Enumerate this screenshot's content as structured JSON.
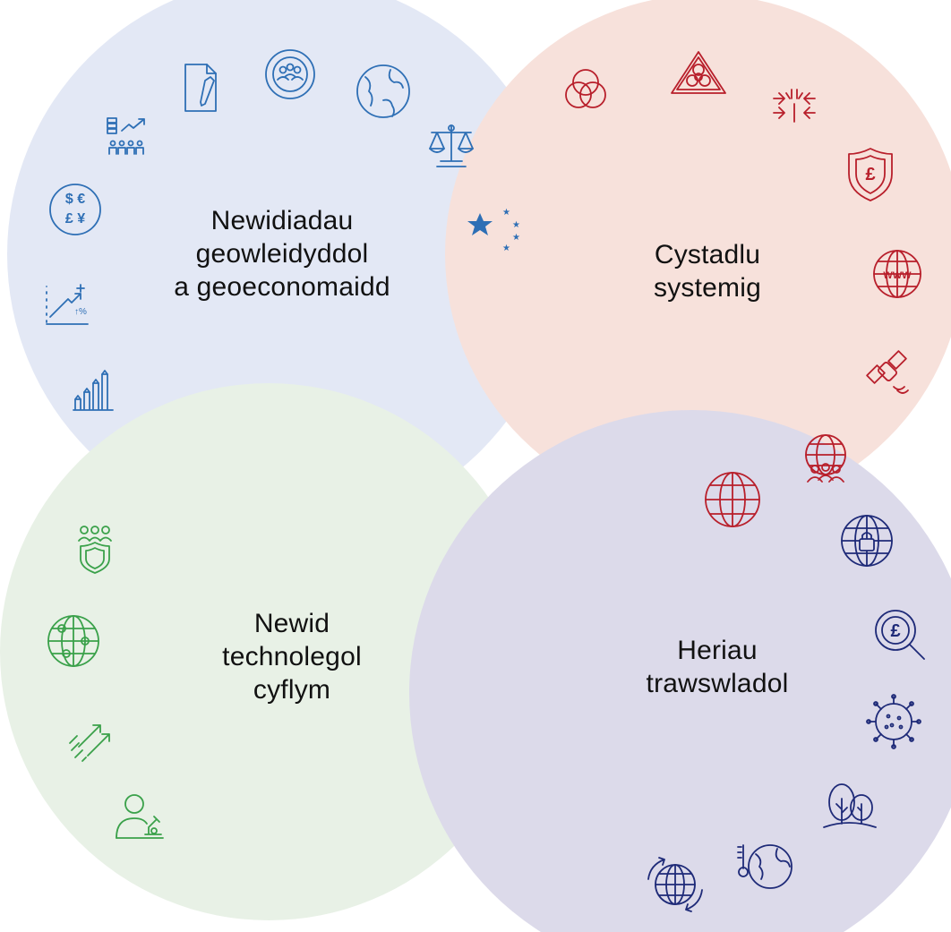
{
  "colors": {
    "blue_fill": "#e3e8f5",
    "red_fill": "#f7e1db",
    "green_fill": "#e8f1e6",
    "purple_fill": "#dcdaea",
    "blue_icon": "#2e6fb5",
    "red_icon": "#b81f2b",
    "green_icon": "#3aa14a",
    "purple_icon": "#1e2a78",
    "text": "#111111"
  },
  "circles": [
    {
      "id": "geopolitical",
      "fill": "#e3e8f5",
      "icon_color": "#2e6fb5",
      "label_lines": [
        "Newidiadau",
        "geowleidyddol",
        "a geoeconomaidd"
      ],
      "icons": [
        "document-pen-icon",
        "people-cycle-icon",
        "globe-icon",
        "scales-icon",
        "eu-stars-icon",
        "currency-icon",
        "growth-percent-icon",
        "bar-chart-arrows-icon",
        "money-growth-people-icon"
      ]
    },
    {
      "id": "systemic",
      "fill": "#f7e1db",
      "icon_color": "#b81f2b",
      "label_lines": [
        "Cystadlu",
        "systemig"
      ],
      "icons": [
        "venn-icon",
        "biohazard-icon",
        "conflict-arrows-icon",
        "pound-shield-icon",
        "www-globe-icon",
        "satellite-icon",
        "globe-people-icon",
        "globe-icon"
      ]
    },
    {
      "id": "technology",
      "fill": "#e8f1e6",
      "icon_color": "#3aa14a",
      "label_lines": [
        "Newid",
        "technolegol",
        "cyflym"
      ],
      "icons": [
        "people-shield-icon",
        "network-globe-icon",
        "fast-arrows-icon",
        "scientist-microscope-icon"
      ]
    },
    {
      "id": "transnational",
      "fill": "#dcdaea",
      "icon_color": "#1e2a78",
      "label_lines": [
        "Heriau",
        "trawswladol"
      ],
      "icons": [
        "lock-globe-icon",
        "pound-search-icon",
        "virus-icon",
        "trees-icon",
        "climate-globe-icon",
        "recycle-globe-icon"
      ]
    }
  ]
}
